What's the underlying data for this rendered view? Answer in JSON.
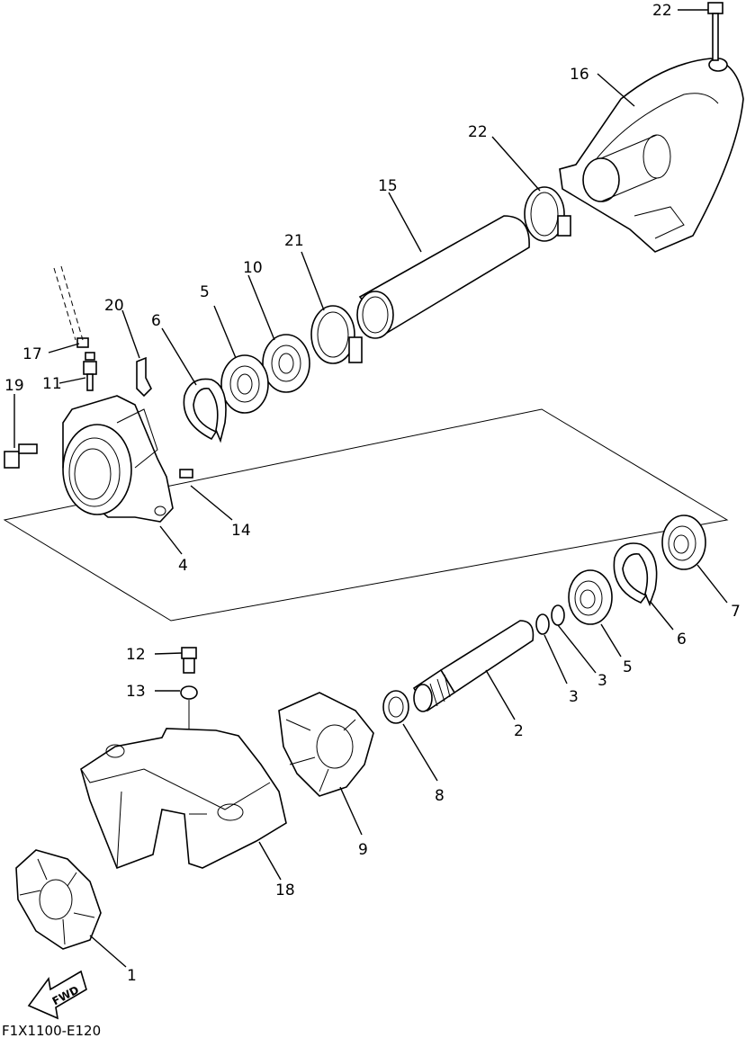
{
  "diagram": {
    "code": "F1X1100-E120",
    "fwd_label": "FWD",
    "callouts": [
      {
        "id": "c1",
        "text": "1"
      },
      {
        "id": "c2",
        "text": "2"
      },
      {
        "id": "c3a",
        "text": "3"
      },
      {
        "id": "c3b",
        "text": "3"
      },
      {
        "id": "c4",
        "text": "4"
      },
      {
        "id": "c5a",
        "text": "5"
      },
      {
        "id": "c5b",
        "text": "5"
      },
      {
        "id": "c6a",
        "text": "6"
      },
      {
        "id": "c6b",
        "text": "6"
      },
      {
        "id": "c7",
        "text": "7"
      },
      {
        "id": "c8",
        "text": "8"
      },
      {
        "id": "c9",
        "text": "9"
      },
      {
        "id": "c10",
        "text": "10"
      },
      {
        "id": "c11",
        "text": "11"
      },
      {
        "id": "c12",
        "text": "12"
      },
      {
        "id": "c13",
        "text": "13"
      },
      {
        "id": "c14",
        "text": "14"
      },
      {
        "id": "c15",
        "text": "15"
      },
      {
        "id": "c16",
        "text": "16"
      },
      {
        "id": "c17",
        "text": "17"
      },
      {
        "id": "c18",
        "text": "18"
      },
      {
        "id": "c19",
        "text": "19"
      },
      {
        "id": "c20",
        "text": "20"
      },
      {
        "id": "c21",
        "text": "21"
      },
      {
        "id": "c22a",
        "text": "22"
      },
      {
        "id": "c22b",
        "text": "22"
      }
    ]
  }
}
